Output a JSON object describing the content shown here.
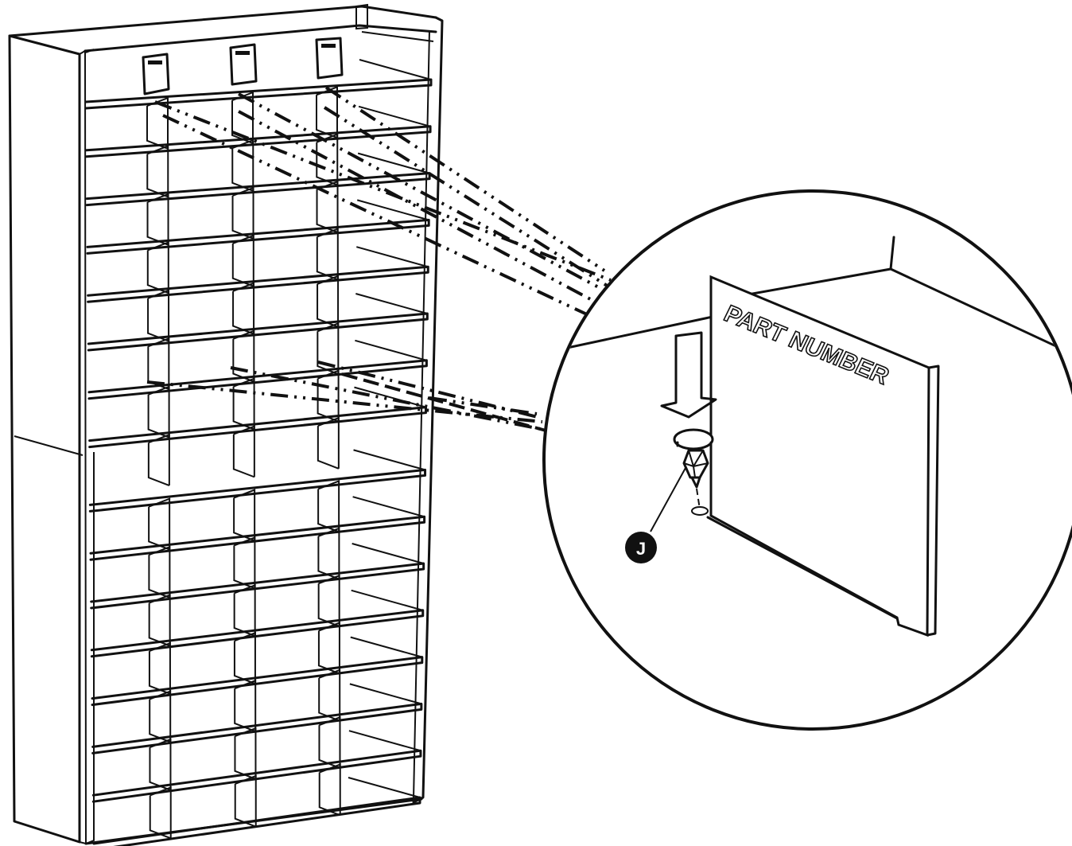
{
  "detail": {
    "divider_text": "PART NUMBER",
    "callout_letter": "J"
  },
  "shelving": {
    "upper_section_shelves": 8,
    "lower_section_shelves": 8,
    "dividers_per_shelf": 3
  }
}
